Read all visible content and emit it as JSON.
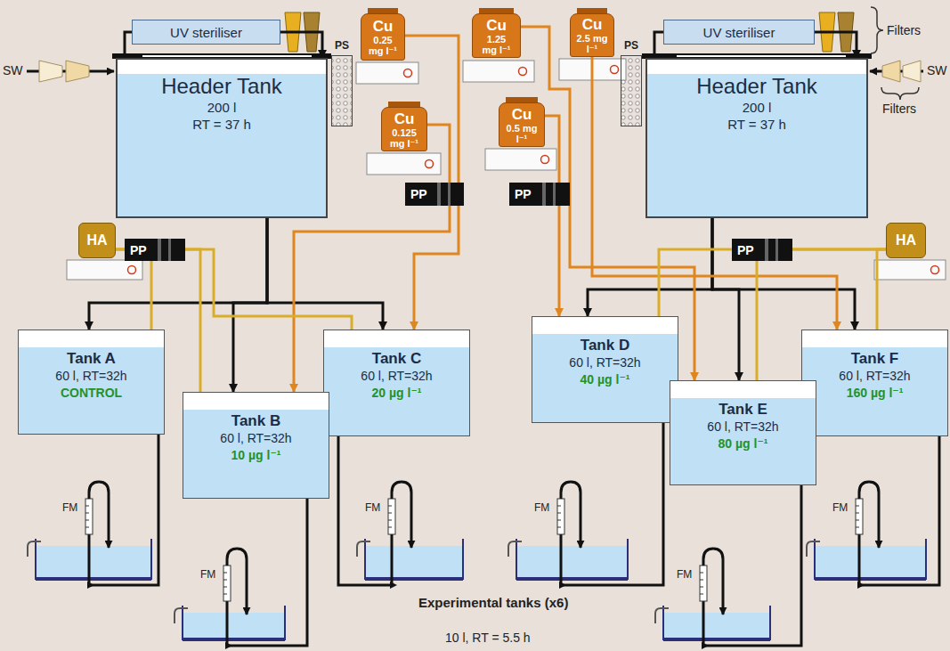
{
  "diagram": {
    "nodes": [
      {
        "text": [
          "UV steriliser"
        ]
      },
      {
        "text": [
          "Header Tank",
          "200 l",
          "RT = 37 h"
        ]
      },
      {
        "text": [
          "PS"
        ]
      },
      {
        "text": [
          "Cu",
          "0.25 mg l⁻¹"
        ]
      },
      {
        "text": [
          "Cu",
          "1.25 mg l⁻¹"
        ]
      },
      {
        "text": [
          "Cu",
          "2.5 mg l⁻¹"
        ]
      },
      {
        "text": [
          "UV steriliser"
        ]
      },
      {
        "text": [
          "PS"
        ]
      },
      {
        "text": [
          "Header Tank",
          "200 l",
          "RT = 37 h"
        ]
      },
      {
        "text": [
          "Cu",
          "0.125 mg l⁻¹"
        ]
      },
      {
        "text": [
          "Cu",
          "0.5 mg l⁻¹"
        ]
      },
      {
        "text": [
          "PP"
        ]
      },
      {
        "text": [
          "PP"
        ]
      },
      {
        "text": [
          "HA"
        ]
      },
      {
        "text": [
          "PP"
        ]
      },
      {
        "text": [
          "PP"
        ]
      },
      {
        "text": [
          "HA"
        ]
      },
      {
        "text": [
          "Tank A",
          "60 l, RT=32h",
          "CONTROL"
        ]
      },
      {
        "text": [
          "Tank C",
          "60 l, RT=32h",
          "20 µg l⁻¹"
        ]
      },
      {
        "text": [
          "Tank D",
          "60 l, RT=32h",
          "40 µg l⁻¹"
        ]
      },
      {
        "text": [
          "Tank F",
          "60 l, RT=32h",
          "160 µg l⁻¹"
        ]
      },
      {
        "text": [
          "Tank B",
          "60 l, RT=32h",
          "10 µg l⁻¹"
        ]
      },
      {
        "text": [
          "Tank E",
          "60 l, RT=32h",
          "80 µg l⁻¹"
        ]
      }
    ],
    "edges": [
      {
        "from": 0,
        "to": 1,
        "arrow": "to"
      },
      {
        "from": 6,
        "to": 8,
        "arrow": "to"
      },
      {
        "from": 1,
        "to": 17,
        "arrow": "to"
      },
      {
        "from": 1,
        "to": 21,
        "arrow": "to"
      },
      {
        "from": 1,
        "to": 18,
        "arrow": "to"
      },
      {
        "from": 8,
        "to": 19,
        "arrow": "to"
      },
      {
        "from": 8,
        "to": 22,
        "arrow": "to"
      },
      {
        "from": 8,
        "to": 20,
        "arrow": "to"
      },
      {
        "from": 9,
        "to": 21,
        "arrow": "to"
      },
      {
        "from": 3,
        "to": 18,
        "arrow": "to"
      },
      {
        "from": 10,
        "to": 19,
        "arrow": "to"
      },
      {
        "from": 4,
        "to": 22,
        "arrow": "to"
      },
      {
        "from": 5,
        "to": 20,
        "arrow": "to"
      },
      {
        "from": 13,
        "to": 17,
        "arrow": "none"
      },
      {
        "from": 13,
        "to": 21,
        "arrow": "none"
      },
      {
        "from": 13,
        "to": 18,
        "arrow": "none"
      },
      {
        "from": 16,
        "to": 19,
        "arrow": "none"
      },
      {
        "from": 16,
        "to": 22,
        "arrow": "none"
      },
      {
        "from": 16,
        "to": 20,
        "arrow": "none"
      }
    ],
    "labels": [
      "SW",
      "SW",
      "Filters",
      "Filters",
      "FM",
      "FM",
      "FM",
      "FM",
      "FM",
      "FM",
      "Experimental tanks (x6)",
      "10 l, RT = 5.5 h"
    ]
  }
}
